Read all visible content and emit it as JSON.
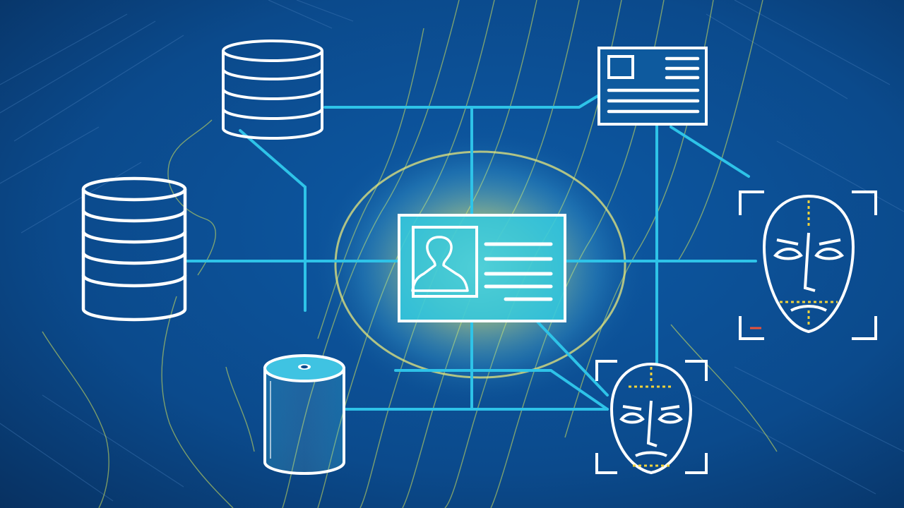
{
  "palette": {
    "background": "#0b4a8c",
    "background_dark": "#07305f",
    "connector": "#2ec3e8",
    "icon_stroke": "#ffffff",
    "map_lines": "#d8e85a",
    "glow": "#f3ef7a",
    "id_card_fill": "#33c9df",
    "face_markers": "#f0d23a",
    "faint_lines": "#4f86c2"
  },
  "nodes": [
    {
      "id": "database-top",
      "icon": "database-icon"
    },
    {
      "id": "database-left",
      "icon": "database-icon"
    },
    {
      "id": "cylinder-storage",
      "icon": "cylinder-icon"
    },
    {
      "id": "id-card-central",
      "icon": "id-card-icon"
    },
    {
      "id": "document-card",
      "icon": "document-card-icon"
    },
    {
      "id": "face-scan-right",
      "icon": "face-scan-icon"
    },
    {
      "id": "face-scan-bottom",
      "icon": "face-scan-icon"
    }
  ]
}
